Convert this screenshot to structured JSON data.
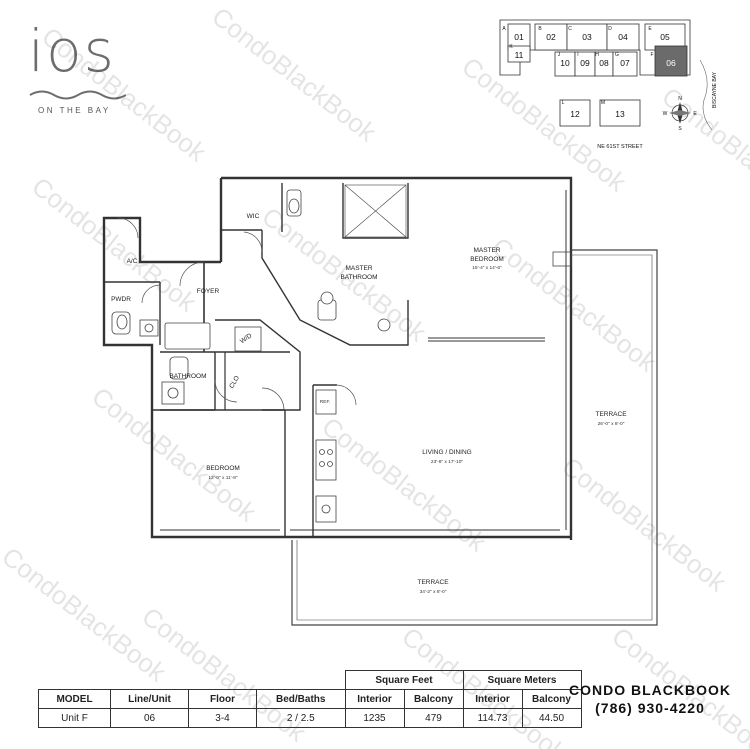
{
  "logo": {
    "main": "ios",
    "sub": "ON THE BAY"
  },
  "watermark": "CondoBlackBook",
  "rooms": {
    "wic": "WIC",
    "ac": "A/C",
    "pwdr": "PWDR",
    "foyer": "FOYER",
    "wd": "W/D",
    "clo": "CLO",
    "bathroom": "BATHROOM",
    "master_bathroom_1": "MASTER",
    "master_bathroom_2": "BATHROOM",
    "master_bedroom_1": "MASTER",
    "master_bedroom_2": "BEDROOM",
    "master_bedroom_dim": "15'-4\" x 14'-6\"",
    "ref": "REF.",
    "living": "LIVING / DINING",
    "living_dim": "23'-6\" x 17'-10\"",
    "bedroom": "BEDROOM",
    "bedroom_dim": "12'-0\" x 11'-8\"",
    "terrace_right": "TERRACE",
    "terrace_right_dim": "26'-0\" x 8'-0\"",
    "terrace_bottom": "TERRACE",
    "terrace_bottom_dim": "34'-2\" x 8'-0\""
  },
  "key_plan": {
    "units_top": [
      "01",
      "02",
      "03",
      "04",
      "05"
    ],
    "units_bottom": [
      "11",
      "10",
      "09",
      "08",
      "07",
      "06"
    ],
    "units_lower": [
      "12",
      "13"
    ],
    "letters": [
      "A",
      "B",
      "C",
      "D",
      "E",
      "K",
      "J",
      "I",
      "H",
      "G",
      "F",
      "L",
      "M"
    ],
    "street": "NE 61ST STREET",
    "bay": "BISCAYNE BAY",
    "compass": [
      "N",
      "E",
      "S",
      "W"
    ],
    "highlight_color": "#6b6b6b"
  },
  "table": {
    "group_sqft": "Square Feet",
    "group_sqm": "Square Meters",
    "headers": [
      "MODEL",
      "Line/Unit",
      "Floor",
      "Bed/Baths",
      "Interior",
      "Balcony",
      "Interior",
      "Balcony"
    ],
    "row": [
      "Unit F",
      "06",
      "3-4",
      "2 / 2.5",
      "1235",
      "479",
      "114.73",
      "44.50"
    ]
  },
  "brand": {
    "name": "CONDO BLACKBOOK",
    "phone": "(786) 930-4220"
  }
}
